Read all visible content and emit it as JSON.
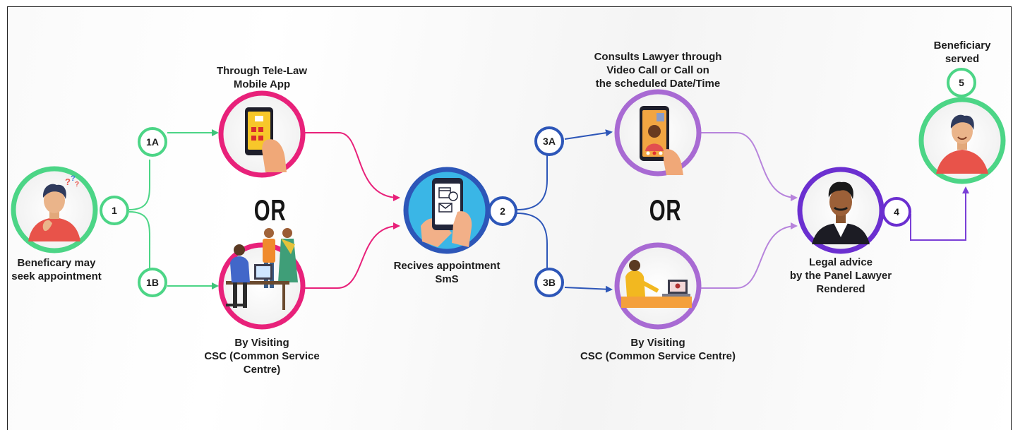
{
  "steps": {
    "s1": {
      "badge": "1",
      "label": "Beneficary may\nseek appointment"
    },
    "s1a": {
      "badge": "1A",
      "label": "Through Tele-Law\nMobile App"
    },
    "s1b": {
      "badge": "1B",
      "label": "By Visiting\nCSC (Common Service Centre)"
    },
    "s2": {
      "badge": "2",
      "label": "Recives appointment\nSmS"
    },
    "s3a": {
      "badge": "3A",
      "label": "Consults Lawyer through\nVideo Call or Call on\nthe scheduled Date/Time"
    },
    "s3b": {
      "badge": "3B",
      "label": "By Visiting\nCSC (Common Service Centre)"
    },
    "s4": {
      "badge": "4",
      "label": "Legal advice\nby the Panel Lawyer\nRendered"
    },
    "s5": {
      "badge": "5",
      "label": "Beneficiary\nserved"
    }
  },
  "or_left": "OR",
  "or_right": "OR",
  "colors": {
    "green": "#4cd586",
    "pink": "#e8217a",
    "blue": "#2d56b8",
    "purple": "#a86ad3",
    "dark_purple": "#6b2fd0"
  }
}
